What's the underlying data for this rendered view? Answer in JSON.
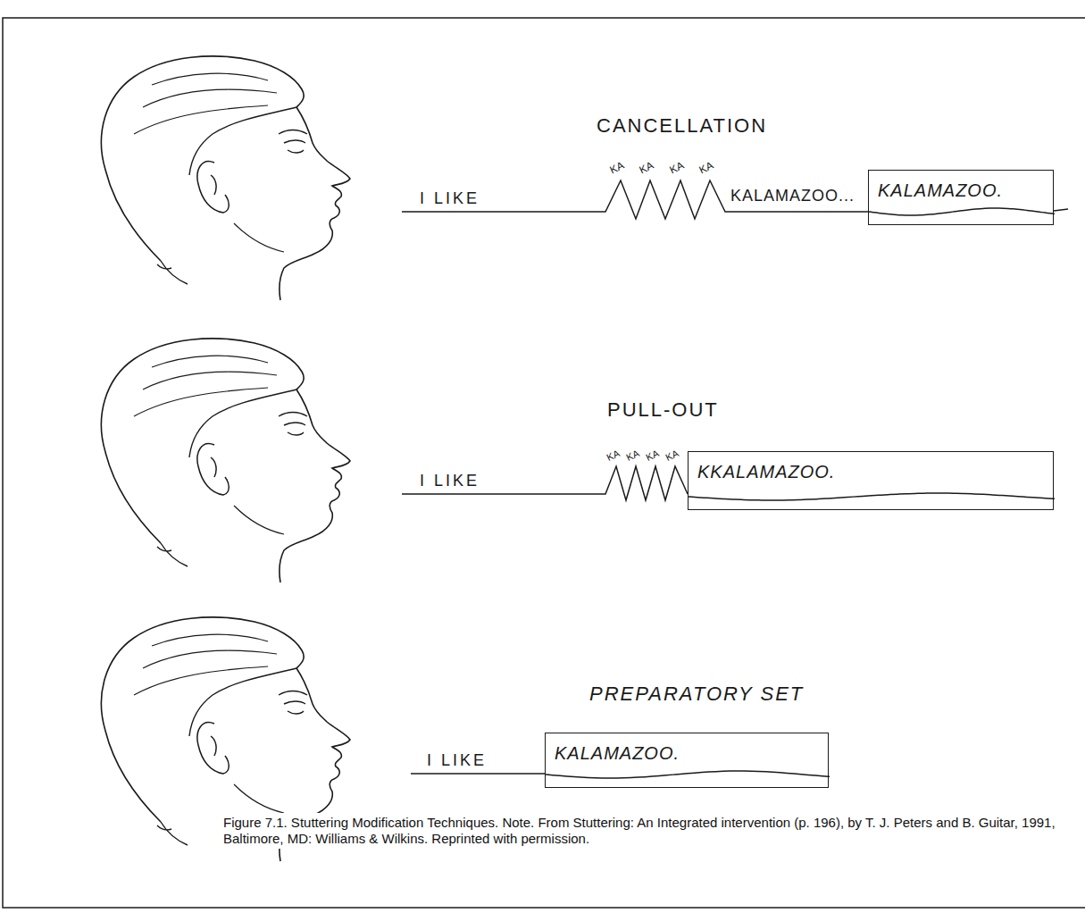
{
  "diagram": {
    "caption": "Figure 7.1. Stuttering Modification Techniques. Note. From Stuttering: An Integrated intervention (p. 196), by T. J. Peters and B. Guitar, 1991, Baltimore, MD: Williams & Wilkins. Reprinted with permission.",
    "nodes": [
      {
        "text": [
          "KALAMAZOO."
        ]
      },
      {
        "text": [
          "KKALAMAZOO."
        ]
      },
      {
        "text": [
          "KALAMAZOO."
        ]
      }
    ],
    "labels": [
      "CANCELLATION",
      "I LIKE",
      "KA",
      "KA",
      "KA",
      "KA",
      "KALAMAZOO...",
      "PULL-OUT",
      "I LIKE",
      "KA",
      "KA",
      "KA",
      "KA",
      "PREPARATORY SET",
      "I LIKE"
    ]
  }
}
